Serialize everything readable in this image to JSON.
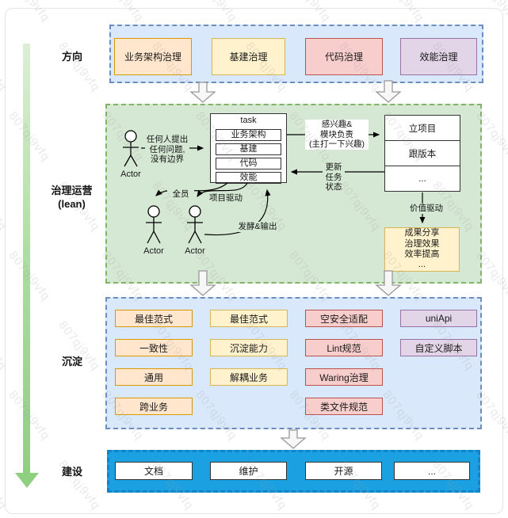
{
  "watermark": {
    "text": "807qj9vfq"
  },
  "palette": {
    "blue_fill": "#DAE8FC",
    "blue_border": "#6C8EBF",
    "green_fill": "#D5E8D4",
    "green_border": "#82B366",
    "orange_fill": "#FFE6CC",
    "orange_border": "#D79B00",
    "yellow_fill": "#FFF2CC",
    "yellow_border": "#D6B656",
    "red_fill": "#F8CECC",
    "red_border": "#B85450",
    "purple_fill": "#E1D5E7",
    "purple_border": "#9673A6",
    "cyan_fill": "#1BA1E2",
    "rail_arrow_green": "#8FD080"
  },
  "left_rail": {
    "direction": "方向",
    "operation": "治理运营\n(lean)",
    "precipitate": "沉淀",
    "build": "建设"
  },
  "direction_section": {
    "boxes": [
      {
        "label": "业务架构治理",
        "color": "orange"
      },
      {
        "label": "基建治理",
        "color": "yellow"
      },
      {
        "label": "代码治理",
        "color": "red"
      },
      {
        "label": "效能治理",
        "color": "purple"
      }
    ]
  },
  "lean_section": {
    "actors": [
      "Actor",
      "Actor",
      "Actor"
    ],
    "task_box": {
      "title": "task",
      "rows": [
        "业务架构",
        "基建",
        "代码",
        "效能"
      ]
    },
    "project_box": {
      "rows": [
        "立项目",
        "跟版本",
        "..."
      ]
    },
    "result_box": {
      "lines": "成果分享\n治理效果\n效率提高\n..."
    },
    "labels": {
      "anyone": "任何人提出\n任何问题,\n没有边界",
      "interest": "感兴趣&\n模块负责\n(主打一下兴趣)",
      "update_status": "更新\n任务\n状态",
      "value_driven": "价值驱动",
      "everyone": "全员",
      "project_driven": "项目驱动",
      "ferment_output": "发酵&输出"
    }
  },
  "precipitate_section": {
    "columns": [
      {
        "color": "orange",
        "items": [
          "最佳范式",
          "一致性",
          "通用",
          "跨业务"
        ]
      },
      {
        "color": "yellow",
        "items": [
          "最佳范式",
          "沉淀能力",
          "解耦业务"
        ]
      },
      {
        "color": "red",
        "items": [
          "空安全适配",
          "Lint规范",
          "Waring治理",
          "类文件规范"
        ]
      },
      {
        "color": "purple",
        "items": [
          "uniApi",
          "自定义脚本"
        ]
      }
    ]
  },
  "build_section": {
    "items": [
      "文档",
      "维护",
      "开源",
      "..."
    ]
  }
}
